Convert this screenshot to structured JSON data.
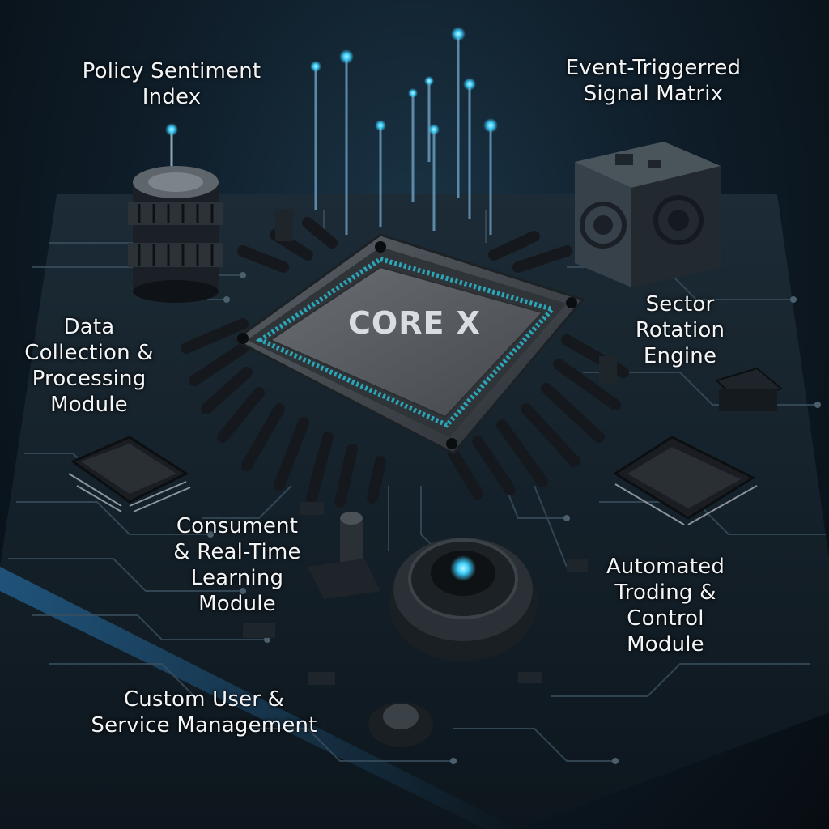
{
  "chip": {
    "label": "CORE X"
  },
  "modules": {
    "policy_sentiment": "Policy Sentiment\nIndex",
    "event_signal": "Event-Triggerred\nSignal Matrix",
    "sector_rotation": "Sector\nRotation\nEngine",
    "data_collection": "Data\nCollection &\nProcessing\nModule",
    "consument_learning": "Consument\n& Real-Time\nLearning\nModule",
    "automated_trading": "Automated\nTroding &\nControl\nModule",
    "custom_user": "Custom User &\nService Management"
  },
  "colors": {
    "background": "#0f1e2a",
    "board": "#1a2630",
    "trace": "#3a4f5e",
    "glow": "#3fd0ff",
    "chip_body": "#3a4046",
    "chip_top": "#55595e",
    "pin": "#15191d",
    "text": "#f2f4f6"
  }
}
